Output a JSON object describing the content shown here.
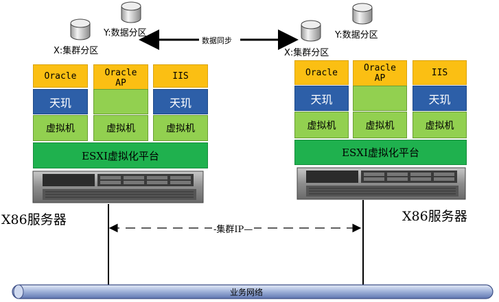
{
  "sync_label": "数据同步",
  "left": {
    "x_partition": "X:集群分区",
    "y_partition": "Y:数据分区",
    "col1_top": "Oracle",
    "col2_top": "Oracle AP",
    "col3_top": "IIS",
    "col1_mid": "天玑",
    "col3_mid": "天玑",
    "vm1": "虚拟机",
    "vm2": "虚拟机",
    "vm3": "虚拟机",
    "esxi": "ESXI虚拟化平台",
    "server": "X86服务器"
  },
  "right": {
    "x_partition": "X:集群分区",
    "y_partition": "Y:数据分区",
    "col1_top": "Oracle",
    "col2_top": "Oracle AP",
    "col3_top": "IIS",
    "col1_mid": "天玑",
    "col3_mid": "天玑",
    "vm1": "虚拟机",
    "vm2": "虚拟机",
    "vm3": "虚拟机",
    "esxi": "ESXI虚拟化平台",
    "server": "X86服务器"
  },
  "cluster_ip": "-集群IP—",
  "network": "业务网络"
}
